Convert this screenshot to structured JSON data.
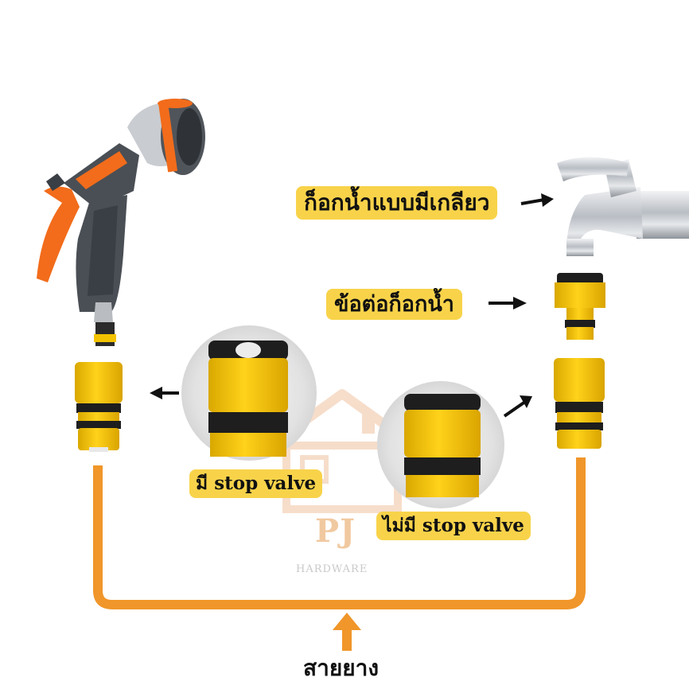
{
  "labels": {
    "faucet": "ก็อกน้ำแบบมีเกลียว",
    "faucet_adapter": "ข้อต่อก็อกน้ำ",
    "with_valve_prefix": "มี",
    "with_valve_suffix": "stop valve",
    "without_valve_prefix": "ไม่มี",
    "without_valve_suffix": "stop valve",
    "hose": "สายยาง"
  },
  "watermark": {
    "logo": "PJ",
    "subtitle": "HARDWARE"
  },
  "colors": {
    "label_bg": "#f8d34a",
    "hose": "#f0962a",
    "connector_yellow": "#f3c300",
    "connector_black": "#1e1e1e",
    "gun_orange": "#f26c1b",
    "gun_gray": "#4a4f55",
    "chrome": "#c8ccd1"
  },
  "icons": {
    "arrows": "arrow-icon"
  }
}
